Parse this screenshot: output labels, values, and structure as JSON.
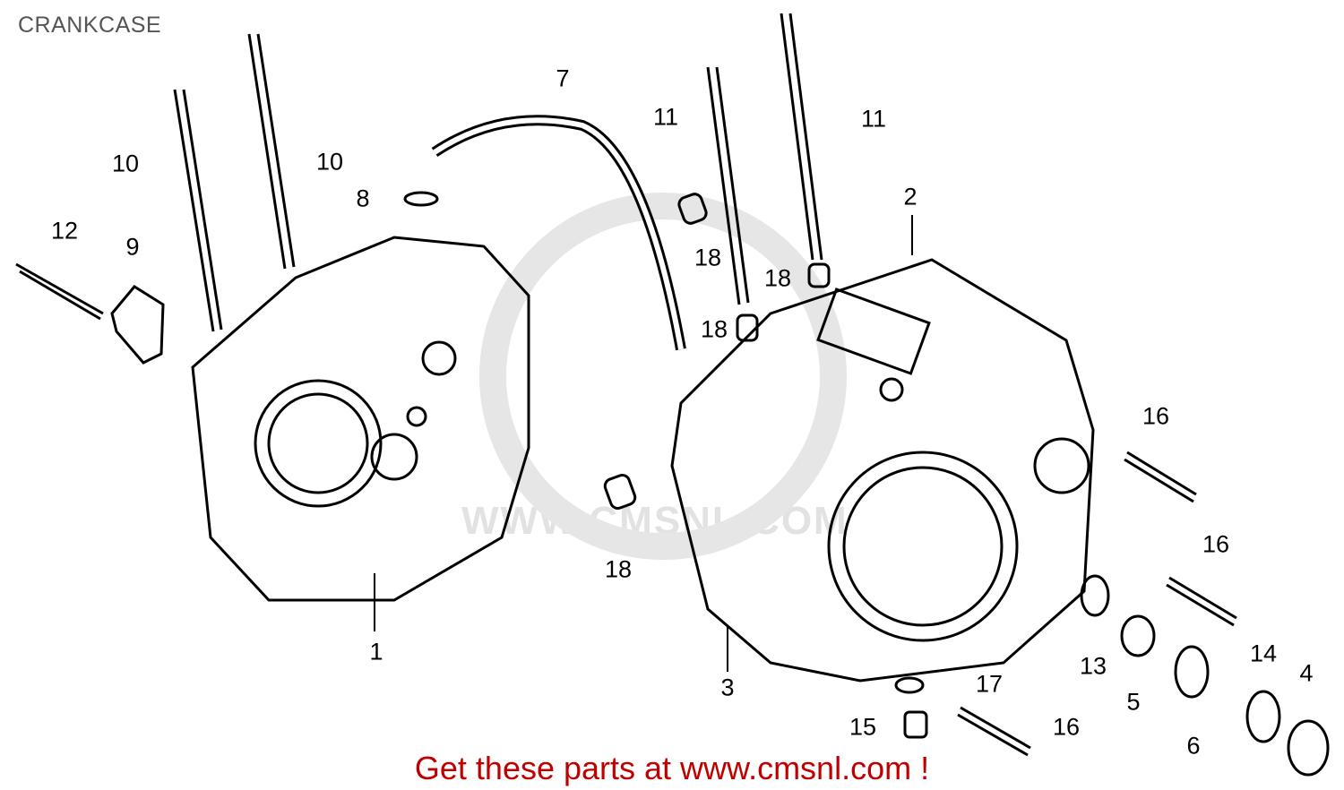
{
  "title": "CRANKCASE",
  "watermark": "WWW.CMSNL.COM",
  "footer": "Get these parts at www.cmsnl.com !",
  "callouts": [
    "10",
    "10",
    "12",
    "9",
    "8",
    "7",
    "11",
    "11",
    "18",
    "18",
    "18",
    "2",
    "16",
    "16",
    "1",
    "18",
    "3",
    "13",
    "5",
    "14",
    "4",
    "6",
    "17",
    "16",
    "15"
  ]
}
